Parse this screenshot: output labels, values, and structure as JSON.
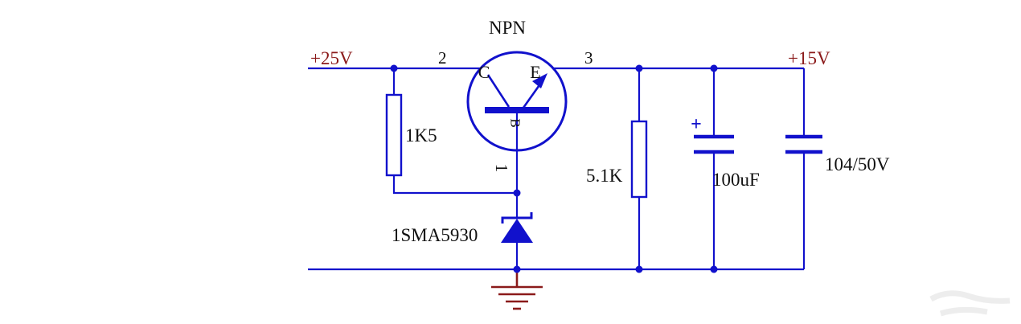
{
  "colors": {
    "wire": "#1111cc",
    "voltage": "#8b1a1a",
    "ground": "#8b1a1a",
    "text": "#111111",
    "background": "#ffffff"
  },
  "circuit": {
    "supply_in": "+25V",
    "supply_out": "+15V",
    "transistor": {
      "type": "NPN",
      "collector_label": "C",
      "emitter_label": "E",
      "base_label": "B",
      "collector_pin": "2",
      "emitter_pin": "3",
      "base_pin": "1"
    },
    "resistor_bias": {
      "value": "1K5"
    },
    "resistor_load": {
      "value": "5.1K"
    },
    "zener": {
      "part_number": "1SMA5930"
    },
    "cap_electrolytic": {
      "value": "100uF",
      "polarity": "+"
    },
    "cap_ceramic": {
      "value": "104/50V"
    }
  }
}
